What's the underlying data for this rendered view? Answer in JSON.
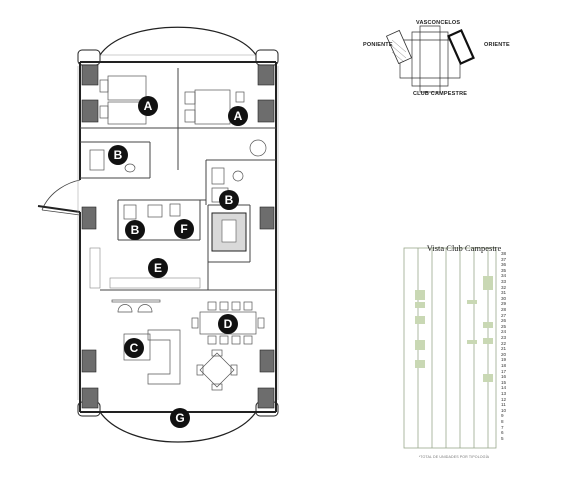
{
  "room_labels": [
    {
      "id": "A",
      "text": "A"
    },
    {
      "id": "A2",
      "text": "A"
    },
    {
      "id": "B",
      "text": "B"
    },
    {
      "id": "B2",
      "text": "B"
    },
    {
      "id": "B3",
      "text": "B"
    },
    {
      "id": "F",
      "text": "F"
    },
    {
      "id": "E",
      "text": "E"
    },
    {
      "id": "D",
      "text": "D"
    },
    {
      "id": "C",
      "text": "C"
    },
    {
      "id": "G",
      "text": "G"
    }
  ],
  "orientation": {
    "north": "VASCONCELOS",
    "west": "PONIENTE",
    "east": "ORIENTE",
    "south": "CLUB CAMPESTRE"
  },
  "tower": {
    "title": "Vista Club Campestre",
    "floors": [
      "38",
      "37",
      "36",
      "35",
      "34",
      "33",
      "32",
      "31",
      "30",
      "29",
      "28",
      "27",
      "26",
      "25",
      "24",
      "23",
      "22",
      "21",
      "20",
      "19",
      "18",
      "17",
      "16",
      "15",
      "14",
      "13",
      "12",
      "11",
      "10",
      "9",
      "8",
      "7",
      "6",
      "5"
    ],
    "footnote": "*TOTAL DE UNIDADES POR TIPOLOGÍA"
  },
  "colors": {
    "wall": "#222222",
    "column": "#6d6d6d",
    "highlight": "#c9d8b4",
    "tower_line": "#9aa78c"
  }
}
